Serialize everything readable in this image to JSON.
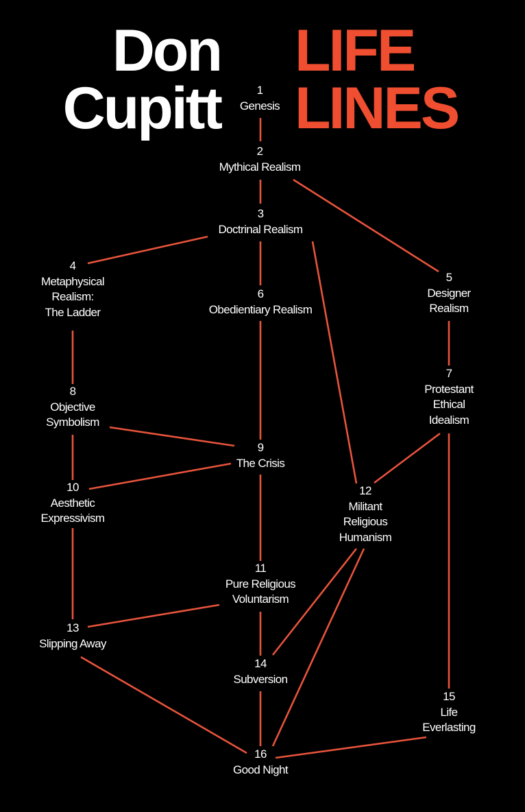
{
  "cover": {
    "author_line1": "Don",
    "author_line2": "Cupitt",
    "title_line1": "LIFE",
    "title_line2": "LINES",
    "title_color": "#f04e30",
    "line_color": "#e8543c"
  },
  "nodes": {
    "n1": {
      "number": "1",
      "lines": [
        "Genesis"
      ]
    },
    "n2": {
      "number": "2",
      "lines": [
        "Mythical Realism"
      ]
    },
    "n3": {
      "number": "3",
      "lines": [
        "Doctrinal Realism"
      ]
    },
    "n4": {
      "number": "4",
      "lines": [
        "Metaphysical",
        "Realism:",
        "The Ladder"
      ]
    },
    "n5": {
      "number": "5",
      "lines": [
        "Designer",
        "Realism"
      ]
    },
    "n6": {
      "number": "6",
      "lines": [
        "Obedientiary Realism"
      ]
    },
    "n7": {
      "number": "7",
      "lines": [
        "Protestant",
        "Ethical",
        "Idealism"
      ]
    },
    "n8": {
      "number": "8",
      "lines": [
        "Objective",
        "Symbolism"
      ]
    },
    "n9": {
      "number": "9",
      "lines": [
        "The Crisis"
      ]
    },
    "n10": {
      "number": "10",
      "lines": [
        "Aesthetic",
        "Expressivism"
      ]
    },
    "n11": {
      "number": "11",
      "lines": [
        "Pure Religious",
        "Voluntarism"
      ]
    },
    "n12": {
      "number": "12",
      "lines": [
        "Militant",
        "Religious",
        "Humanism"
      ]
    },
    "n13": {
      "number": "13",
      "lines": [
        "Slipping Away"
      ]
    },
    "n14": {
      "number": "14",
      "lines": [
        "Subversion"
      ]
    },
    "n15": {
      "number": "15",
      "lines": [
        "Life",
        "Everlasting"
      ]
    },
    "n16": {
      "number": "16",
      "lines": [
        "Good Night"
      ]
    }
  },
  "edges": [
    [
      1,
      2
    ],
    [
      2,
      3
    ],
    [
      2,
      5
    ],
    [
      3,
      4
    ],
    [
      3,
      6
    ],
    [
      3,
      12
    ],
    [
      4,
      8
    ],
    [
      5,
      7
    ],
    [
      6,
      9
    ],
    [
      8,
      9
    ],
    [
      9,
      10
    ],
    [
      7,
      12
    ],
    [
      9,
      11
    ],
    [
      8,
      10
    ],
    [
      10,
      13
    ],
    [
      11,
      13
    ],
    [
      11,
      14
    ],
    [
      12,
      14
    ],
    [
      12,
      16
    ],
    [
      13,
      16
    ],
    [
      14,
      16
    ],
    [
      15,
      16
    ],
    [
      7,
      15
    ]
  ]
}
